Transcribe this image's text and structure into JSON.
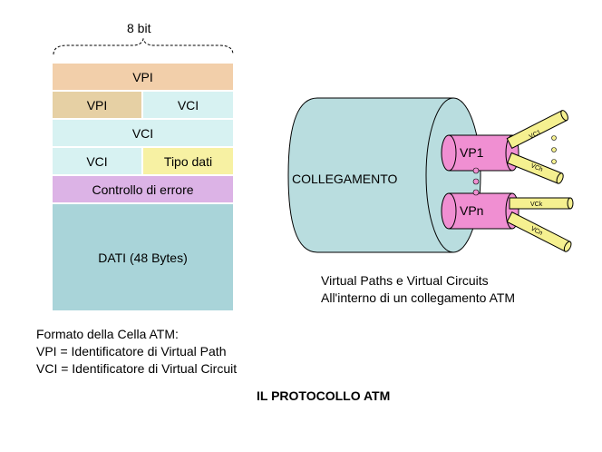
{
  "cell_format": {
    "header": "8 bit",
    "rows": [
      {
        "label": "VPI"
      },
      {
        "left": "VPI",
        "right": "VCI"
      },
      {
        "label": "VCI"
      },
      {
        "left": "VCI",
        "right": "Tipo dati"
      },
      {
        "label": "Controllo di errore"
      },
      {
        "label": "DATI (48 Bytes)"
      }
    ],
    "legend": [
      "Formato della Cella ATM:",
      "VPI = Identificatore di Virtual Path",
      "VCI = Identificatore di Virtual Circuit"
    ]
  },
  "cable": {
    "main_label": "COLLEGAMENTO",
    "paths": [
      {
        "label": "VP1",
        "circuits": [
          "VC1",
          "VCh"
        ]
      },
      {
        "label": "VPn",
        "circuits": [
          "VCk",
          "VCn"
        ]
      }
    ],
    "caption": [
      "Virtual Paths e Virtual Circuits",
      "All'interno di un collegamento ATM"
    ]
  },
  "title": "IL PROTOCOLLO ATM",
  "colors": {
    "vpi": "#f2cfaa",
    "vci_tan": "#e6d0a4",
    "vci": "#d7f2f2",
    "tipo": "#f7f1a3",
    "controllo": "#dcb3e6",
    "dati": "#a9d4d9",
    "cable": "#b9dddf",
    "vp": "#f08fd2",
    "vc": "#f5f090"
  }
}
